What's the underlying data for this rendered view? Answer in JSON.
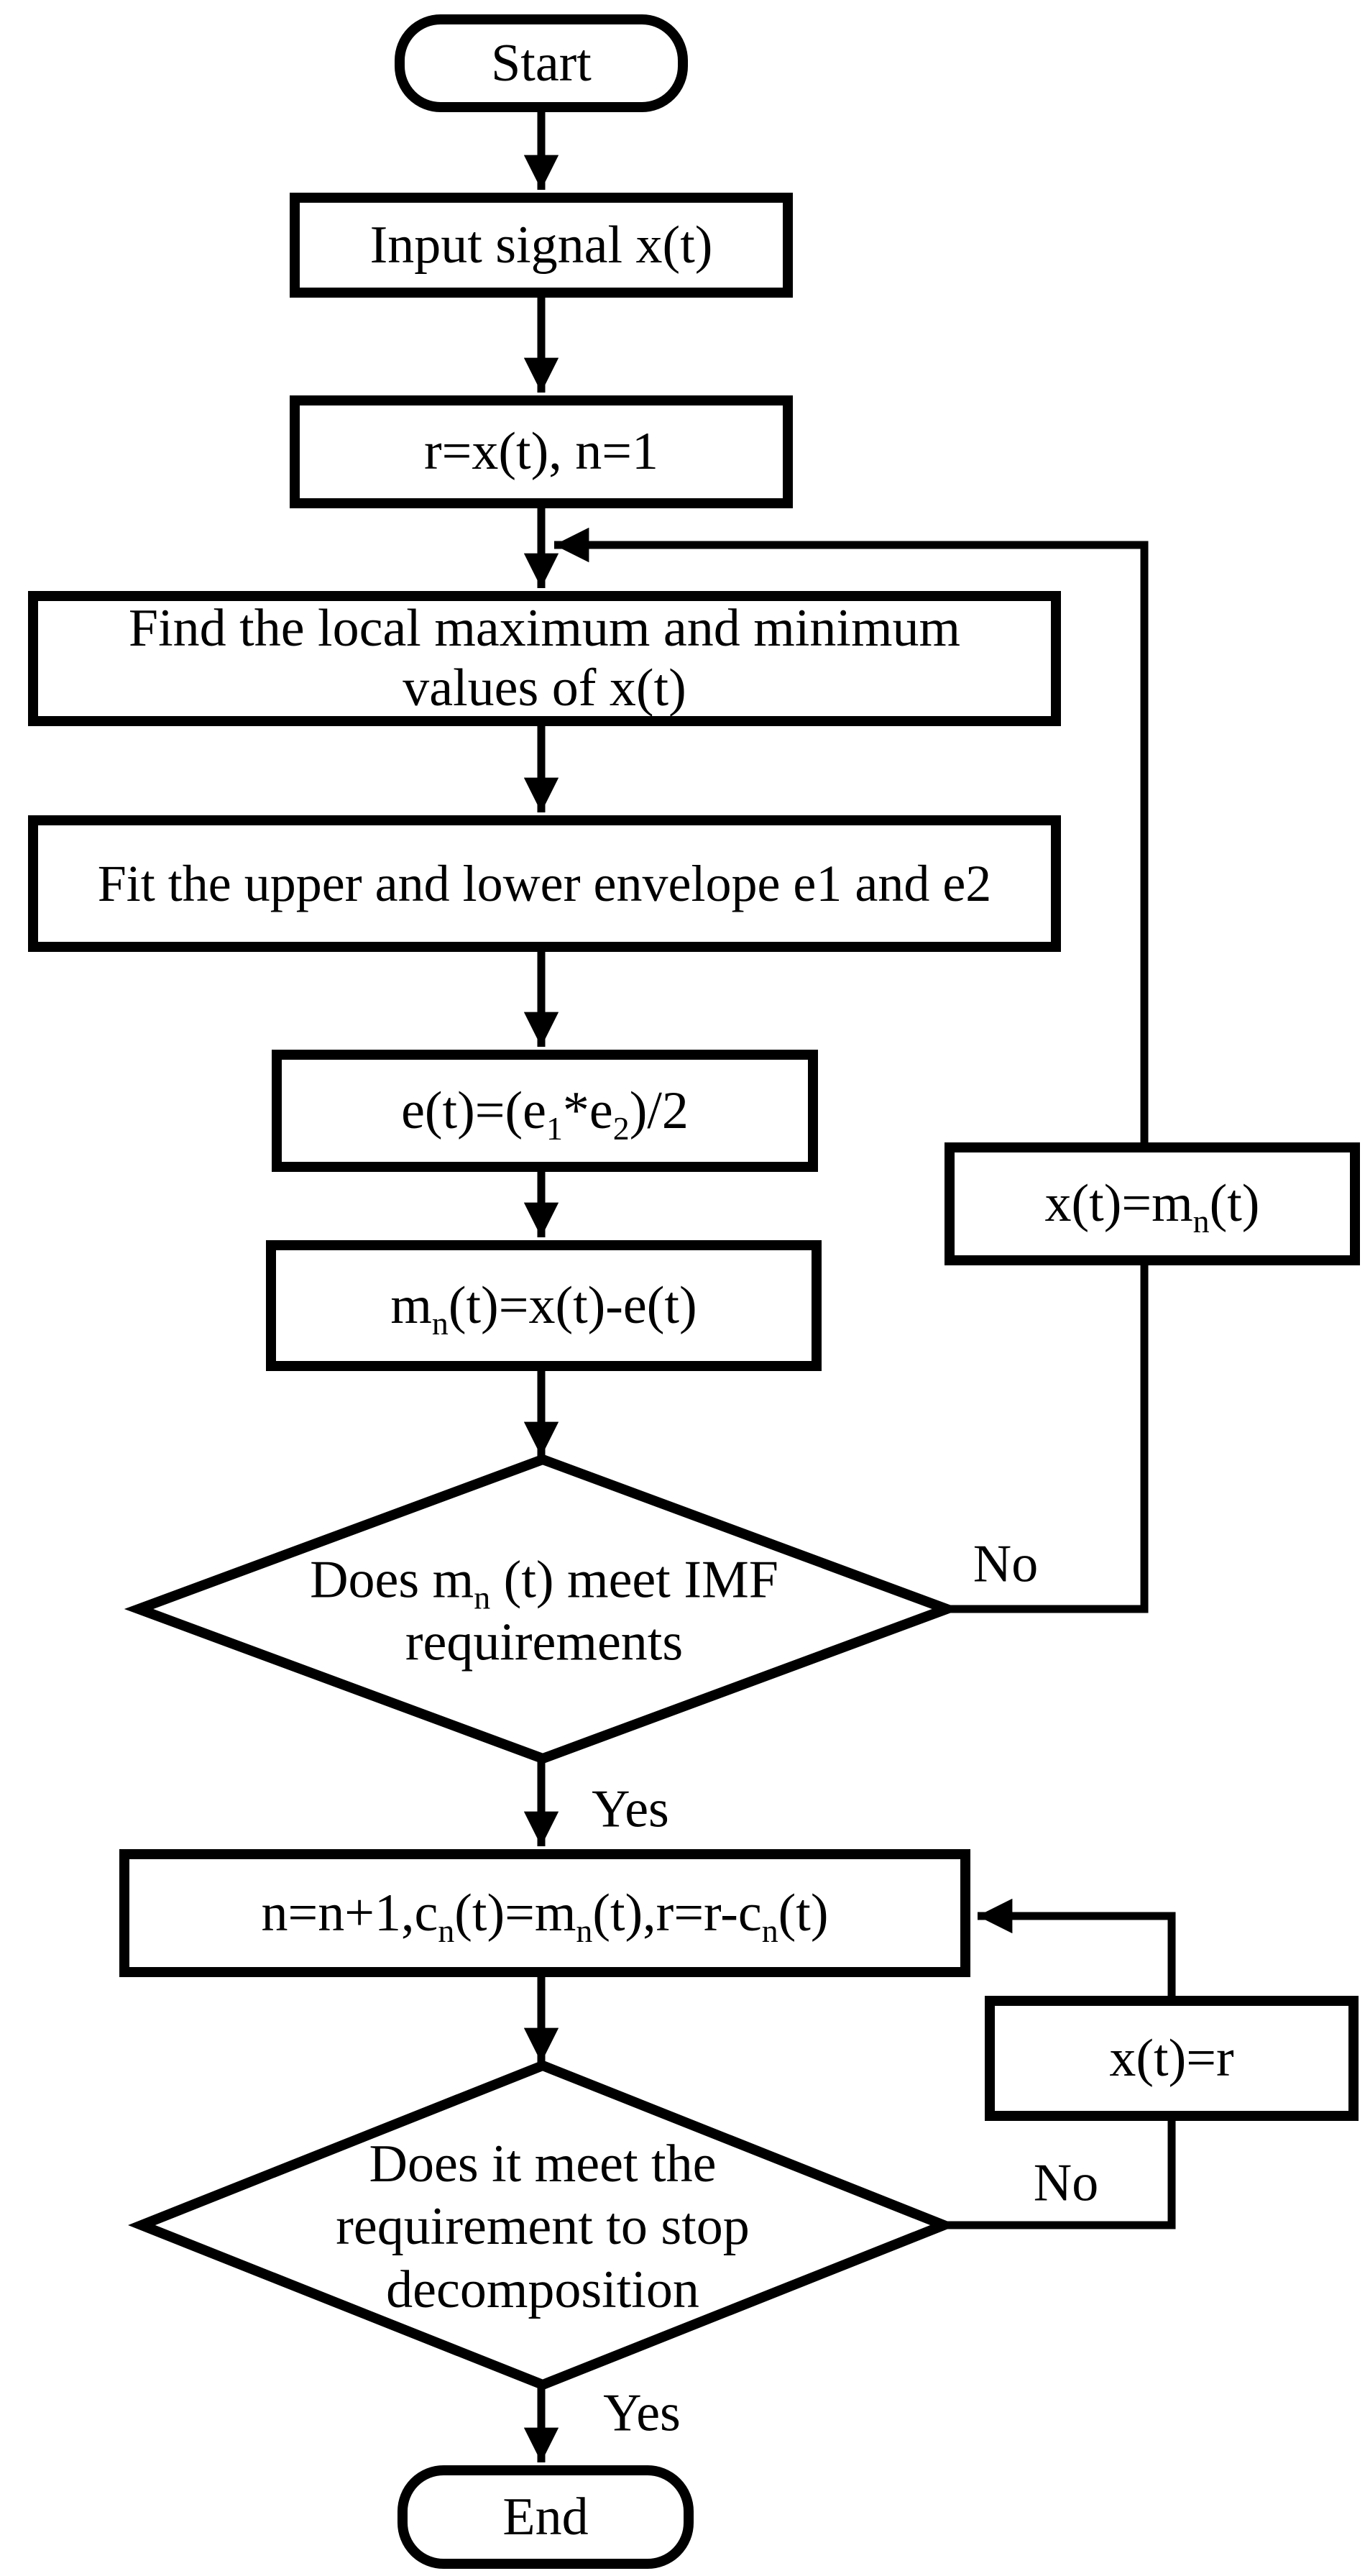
{
  "figure": {
    "background_color": "#ffffff",
    "line_color": "#000000",
    "description": "EMD (empirical mode decomposition) algorithm flowchart"
  },
  "nodes": {
    "start": {
      "type": "terminator",
      "label": "Start"
    },
    "input": {
      "type": "process",
      "label": "Input signal x(t)"
    },
    "init": {
      "type": "process",
      "label": "r=x(t), n=1"
    },
    "find": {
      "type": "process",
      "lines": [
        "Find the local maximum and minimum",
        "values of x(t)"
      ]
    },
    "fit": {
      "type": "process",
      "label": "Fit the upper and lower envelope e1 and e2"
    },
    "mean": {
      "type": "process",
      "label": "e(t)=(e_1_*e_2_)/2"
    },
    "extract": {
      "type": "process",
      "label": "m_n_(t)=x(t)-e(t)"
    },
    "imf_check": {
      "type": "decision",
      "lines": [
        "Does m_n_ (t) meet IMF",
        "requirements"
      ]
    },
    "set_x_mn": {
      "type": "process",
      "label": "x(t)=m_n_(t)"
    },
    "update": {
      "type": "process",
      "label": "n=n+1,c_n_(t)=m_n_(t),r=r-c_n_(t)"
    },
    "stop_check": {
      "type": "decision",
      "lines": [
        "Does it meet the",
        "requirement to stop",
        "decomposition"
      ]
    },
    "set_x_r": {
      "type": "process",
      "label": "x(t)=r"
    },
    "end": {
      "type": "terminator",
      "label": "End"
    }
  },
  "edge_labels": {
    "imf_no": "No",
    "imf_yes": "Yes",
    "stop_no": "No",
    "stop_yes": "Yes"
  }
}
